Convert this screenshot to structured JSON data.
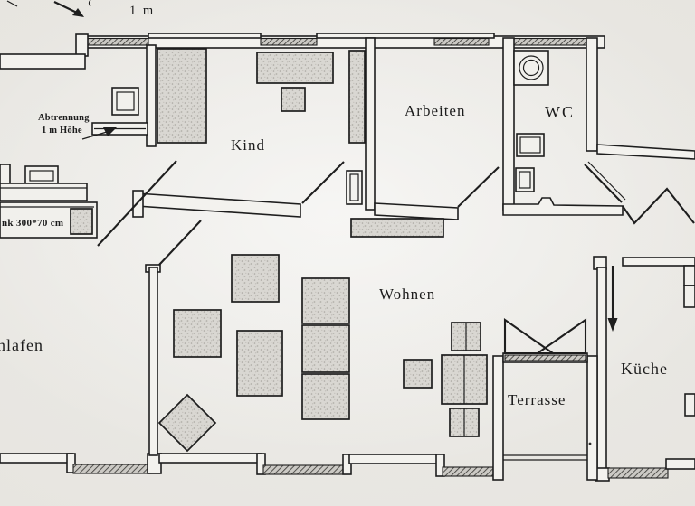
{
  "scale_label": "1 m",
  "rooms": {
    "kind": "Kind",
    "arbeiten": "Arbeiten",
    "wc": "WC",
    "wohnen": "Wohnen",
    "schlafen_partial": "hlafen",
    "kueche": "Küche",
    "terrasse": "Terrasse"
  },
  "annotations": {
    "abtrennung_line1": "Abtrennung",
    "abtrennung_line2": "1 m Höhe",
    "schrank_label": "nk 300*70 cm"
  },
  "colors": {
    "paper": "#e7e5e0",
    "paper_edge": "#cfcdc8",
    "ink": "#1e1e1e",
    "furniture_fill": "#d9d7d2",
    "furniture_speckle": "#a9a6a0",
    "window_fill": "#cbc9c4"
  }
}
